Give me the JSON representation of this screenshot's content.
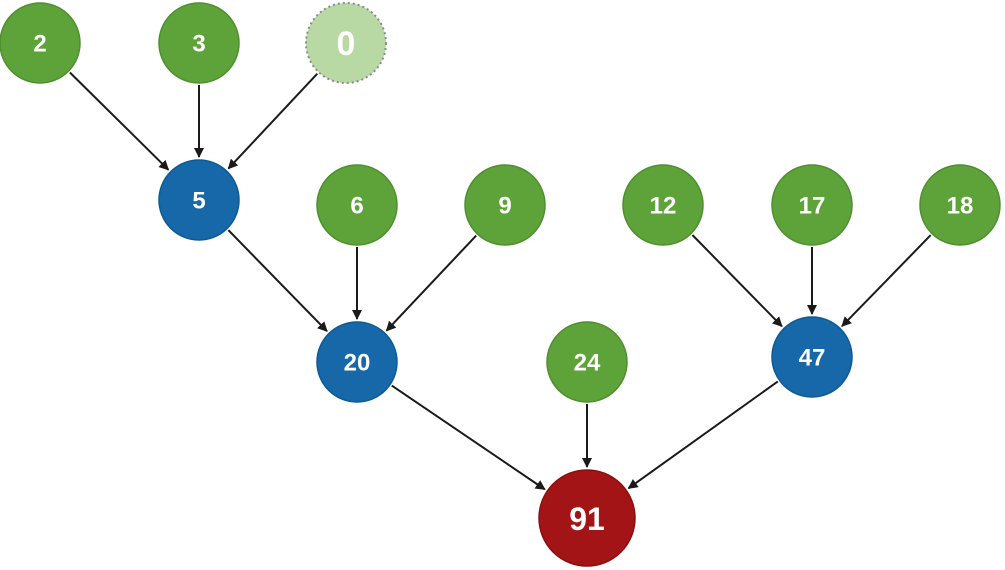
{
  "colors": {
    "leaf": "#5ea33a",
    "leaf_stroke": "#4e8f2e",
    "placeholder": "#b9d9a4",
    "placeholder_stroke": "#8a8a8a",
    "internal": "#1668a8",
    "internal_stroke": "#0f5a92",
    "root": "#a31416",
    "root_stroke": "#8e0e10",
    "edge": "#1a1a1a"
  },
  "nodes": [
    {
      "id": "n2",
      "label": "2",
      "kind": "leaf"
    },
    {
      "id": "n3",
      "label": "3",
      "kind": "leaf"
    },
    {
      "id": "n0",
      "label": "0",
      "kind": "placeholder"
    },
    {
      "id": "n5",
      "label": "5",
      "kind": "internal"
    },
    {
      "id": "n6",
      "label": "6",
      "kind": "leaf"
    },
    {
      "id": "n9",
      "label": "9",
      "kind": "leaf"
    },
    {
      "id": "n12",
      "label": "12",
      "kind": "leaf"
    },
    {
      "id": "n17",
      "label": "17",
      "kind": "leaf"
    },
    {
      "id": "n18",
      "label": "18",
      "kind": "leaf"
    },
    {
      "id": "n20",
      "label": "20",
      "kind": "internal"
    },
    {
      "id": "n24",
      "label": "24",
      "kind": "leaf"
    },
    {
      "id": "n47",
      "label": "47",
      "kind": "internal"
    },
    {
      "id": "n91",
      "label": "91",
      "kind": "root"
    }
  ],
  "edges": [
    {
      "from": "n2",
      "to": "n5"
    },
    {
      "from": "n3",
      "to": "n5"
    },
    {
      "from": "n0",
      "to": "n5"
    },
    {
      "from": "n5",
      "to": "n20"
    },
    {
      "from": "n6",
      "to": "n20"
    },
    {
      "from": "n9",
      "to": "n20"
    },
    {
      "from": "n12",
      "to": "n47"
    },
    {
      "from": "n17",
      "to": "n47"
    },
    {
      "from": "n18",
      "to": "n47"
    },
    {
      "from": "n20",
      "to": "n91"
    },
    {
      "from": "n24",
      "to": "n91"
    },
    {
      "from": "n47",
      "to": "n91"
    }
  ]
}
